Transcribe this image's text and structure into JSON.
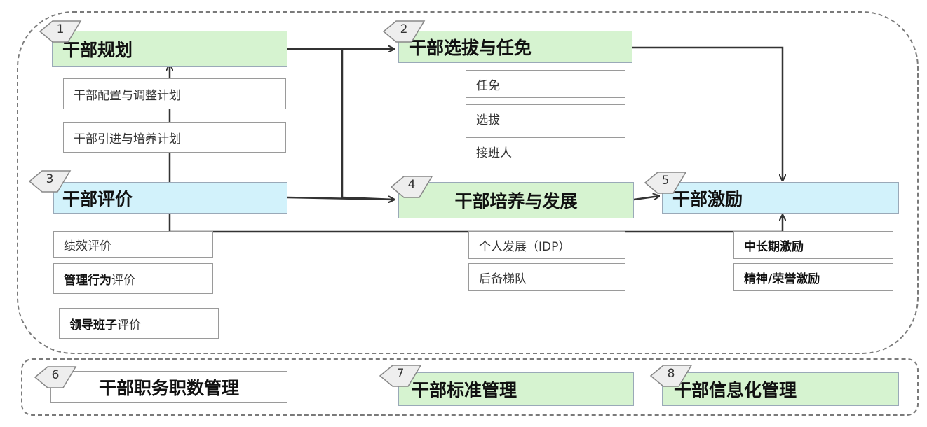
{
  "boxes": {
    "b1": {
      "num": "1",
      "title": "干部规划"
    },
    "b2": {
      "num": "2",
      "title": "干部选拔与任免"
    },
    "b3": {
      "num": "3",
      "title": "干部评价"
    },
    "b4": {
      "num": "4",
      "title": "干部培养与发展"
    },
    "b5": {
      "num": "5",
      "title": "干部激励"
    },
    "b6": {
      "num": "6",
      "title": "干部职务职数管理"
    },
    "b7": {
      "num": "7",
      "title": "干部标准管理"
    },
    "b8": {
      "num": "8",
      "title": "干部信息化管理"
    }
  },
  "planning_items": [
    "干部配置与调整计划",
    "干部引进与培养计划"
  ],
  "selection_items": [
    "任免",
    "选拔",
    "接班人"
  ],
  "evaluation_items": [
    {
      "bold": "",
      "text": "绩效评价"
    },
    {
      "bold": "管理行为",
      "text": "评价"
    },
    {
      "bold": "领导班子",
      "text": "评价"
    }
  ],
  "development_items": [
    "个人发展（IDP）",
    "后备梯队"
  ],
  "incentive_items": [
    "中长期激励",
    "精神/荣誉激励"
  ],
  "colors": {
    "green": "#d6f3d0",
    "cyan": "#d2f2fb",
    "line": "#333333",
    "frame": "#7a7a7a"
  }
}
